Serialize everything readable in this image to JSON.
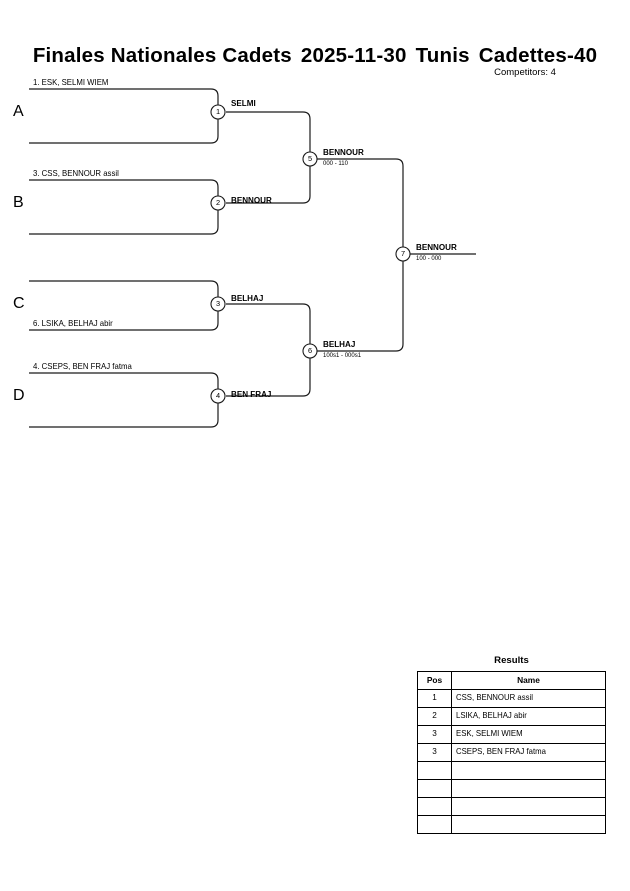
{
  "header": {
    "event": "Finales Nationales Cadets",
    "date": "2025-11-30",
    "city": "Tunis",
    "category": "Cadettes-40",
    "competitors_label": "Competitors: 4"
  },
  "bracket": {
    "groups": [
      {
        "letter": "A",
        "seed_label": "1. ESK, SELMI WIEM",
        "seed_on": "top"
      },
      {
        "letter": "B",
        "seed_label": "3. CSS, BENNOUR assil",
        "seed_on": "top"
      },
      {
        "letter": "C",
        "seed_label": "6. LSIKA, BELHAJ abir",
        "seed_on": "bottom"
      },
      {
        "letter": "D",
        "seed_label": "4. CSEPS, BEN FRAJ fatma",
        "seed_on": "top"
      }
    ],
    "bouts": [
      {
        "num": "1",
        "winner": "SELMI",
        "score": ""
      },
      {
        "num": "2",
        "winner": "BENNOUR",
        "score": ""
      },
      {
        "num": "3",
        "winner": "BELHAJ",
        "score": ""
      },
      {
        "num": "4",
        "winner": "BEN FRAJ",
        "score": ""
      },
      {
        "num": "5",
        "winner": "BENNOUR",
        "score": "000 - 110"
      },
      {
        "num": "6",
        "winner": "BELHAJ",
        "score": "100s1 - 000s1"
      },
      {
        "num": "7",
        "winner": "BENNOUR",
        "score": "100 - 000"
      }
    ]
  },
  "results": {
    "title": "Results",
    "columns": [
      "Pos",
      "Name"
    ],
    "rows": [
      {
        "pos": "1",
        "name": "CSS, BENNOUR assil"
      },
      {
        "pos": "2",
        "name": "LSIKA, BELHAJ abir"
      },
      {
        "pos": "3",
        "name": "ESK, SELMI WIEM"
      },
      {
        "pos": "3",
        "name": "CSEPS, BEN FRAJ fatma"
      },
      {
        "pos": "",
        "name": ""
      },
      {
        "pos": "",
        "name": ""
      },
      {
        "pos": "",
        "name": ""
      },
      {
        "pos": "",
        "name": ""
      }
    ]
  },
  "colors": {
    "line": "#1a1a1a",
    "text": "#000000",
    "background": "#ffffff"
  }
}
